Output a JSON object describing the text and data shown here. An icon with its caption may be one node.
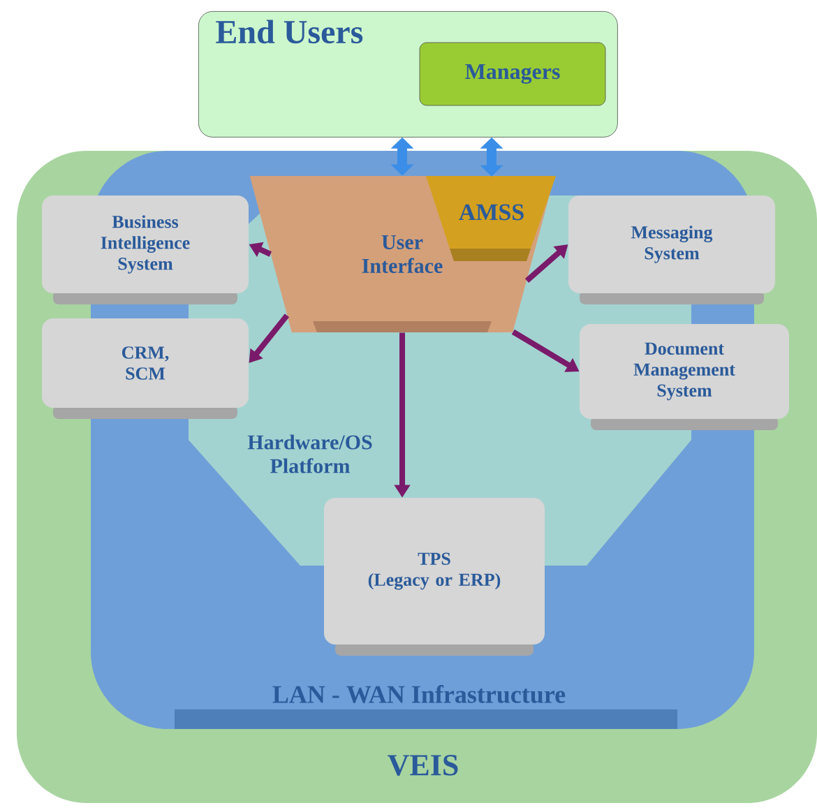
{
  "diagram": {
    "nodes": [
      {
        "text": [
          "VEIS"
        ]
      },
      {
        "text": [
          "LAN - WAN Infrastructure"
        ],
        "in": 0
      },
      {
        "text": [
          "Hardware/OS Platform"
        ],
        "in": 1
      },
      {
        "text": [
          "End Users"
        ]
      },
      {
        "text": [
          "Managers"
        ],
        "in": 3
      },
      {
        "text": [
          "User Interface"
        ],
        "in": 1
      },
      {
        "text": [
          "AMSS"
        ],
        "in": 5
      },
      {
        "text": [
          "Business Intelligence System"
        ],
        "in": 0
      },
      {
        "text": [
          "Messaging System"
        ],
        "in": 0
      },
      {
        "text": [
          "CRM, SCM"
        ],
        "in": 0
      },
      {
        "text": [
          "Document Management System"
        ],
        "in": 0
      },
      {
        "text": [
          "TPS",
          "(Legacy or ERP)"
        ],
        "in": 1
      }
    ],
    "edges": [
      {
        "from": 3,
        "to": 5,
        "arrow": "both",
        "color": "#3a8ee8"
      },
      {
        "from": 3,
        "to": 6,
        "arrow": "both",
        "color": "#3a8ee8"
      },
      {
        "from": 5,
        "to": 7,
        "arrow": "to"
      },
      {
        "from": 5,
        "to": 8,
        "arrow": "to"
      },
      {
        "from": 5,
        "to": 9,
        "arrow": "to"
      },
      {
        "from": 5,
        "to": 10,
        "arrow": "to"
      },
      {
        "from": 5,
        "to": 11,
        "arrow": "to"
      }
    ]
  }
}
